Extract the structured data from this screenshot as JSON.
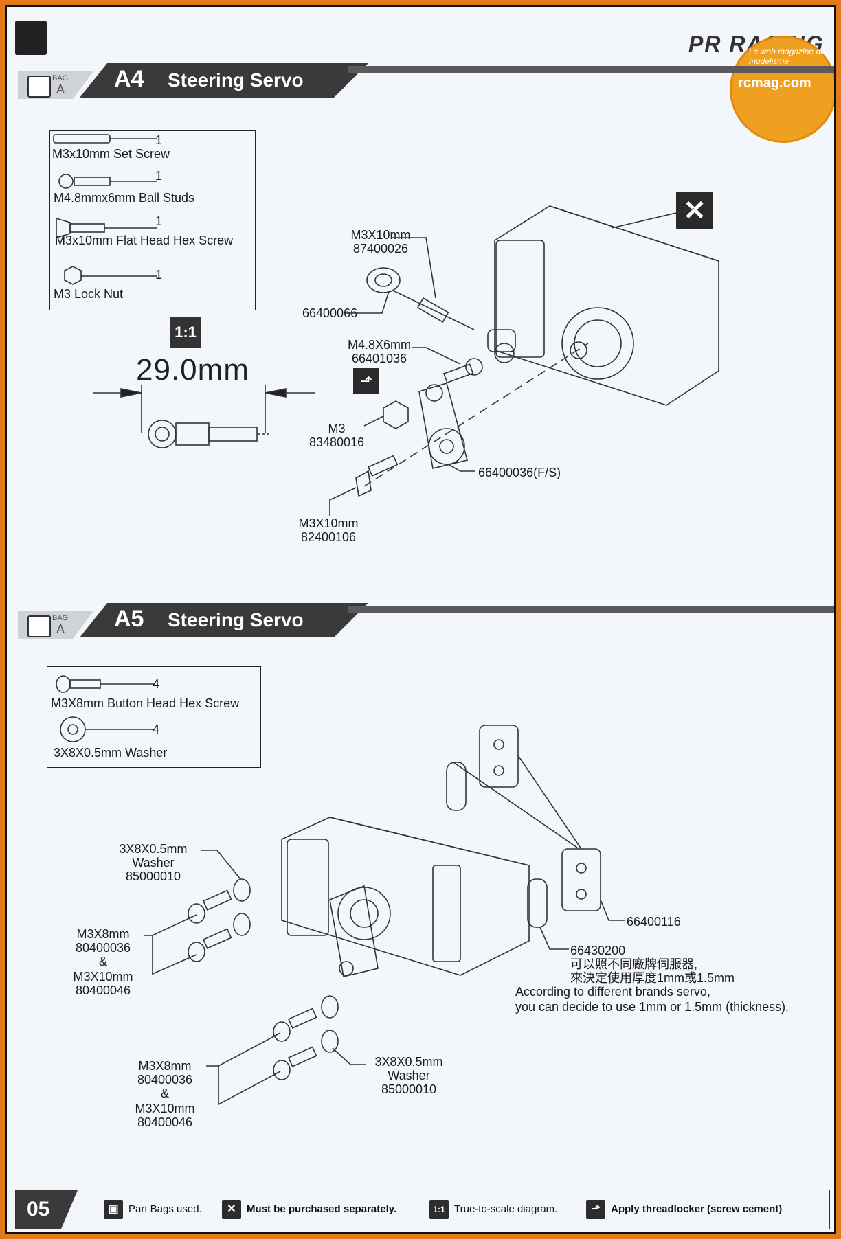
{
  "header": {
    "logo_text": "PR RACING",
    "badge_sub": "Le web magazine du modelisme",
    "badge_text": "rcmag.com"
  },
  "a4": {
    "code": "A4",
    "title": "Steering Servo",
    "bag_label": "BAG",
    "bag_letter": "A",
    "parts": [
      {
        "name": "M3x10mm Set Screw",
        "qty": "1"
      },
      {
        "name": "M4.8mmx6mm Ball Studs",
        "qty": "1"
      },
      {
        "name": "M3x10mm Flat Head Hex Screw",
        "qty": "1"
      },
      {
        "name": "M3 Lock Nut",
        "qty": "1"
      }
    ],
    "scale": "1:1",
    "dimension": "29.0mm",
    "callouts": {
      "setscrew_size": "M3X10mm",
      "setscrew_code": "87400026",
      "rodend_code": "66400066",
      "ballstud_size": "M4.8X6mm",
      "ballstud_code": "66401036",
      "nut_size": "M3",
      "nut_code": "83480016",
      "horn_code": "66400036(F/S)",
      "screw_size": "M3X10mm",
      "screw_code": "82400106"
    }
  },
  "a5": {
    "code": "A5",
    "title": "Steering Servo",
    "bag_label": "BAG",
    "bag_letter": "A",
    "parts": [
      {
        "name": "M3X8mm Button Head Hex Screw",
        "qty": "4"
      },
      {
        "name": "3X8X0.5mm Washer",
        "qty": "4"
      }
    ],
    "callouts": {
      "washer_top_size": "3X8X0.5mm",
      "washer_top_name": "Washer",
      "washer_top_code": "85000010",
      "screws_top_a": "M3X8mm",
      "screws_top_a_code": "80400036",
      "amp": "&",
      "screws_top_b": "M3X10mm",
      "screws_top_b_code": "80400046",
      "mount_code": "66400116",
      "shim_code": "66430200",
      "shim_cn1": "可以照不同廠牌伺服器,",
      "shim_cn2": "來決定使用厚度1mm或1.5mm",
      "shim_en1": "According to different brands servo,",
      "shim_en2": "you can decide to use 1mm or 1.5mm (thickness).",
      "screws_bot_a": "M3X8mm",
      "screws_bot_a_code": "80400036",
      "screws_bot_b": "M3X10mm",
      "screws_bot_b_code": "80400046",
      "washer_bot_size": "3X8X0.5mm",
      "washer_bot_name": "Washer",
      "washer_bot_code": "85000010"
    }
  },
  "footer": {
    "page_number": "05",
    "legend": [
      {
        "icon": "bag-icon",
        "text": "Part Bags used."
      },
      {
        "icon": "x-icon",
        "text": "Must be purchased separately."
      },
      {
        "icon": "scale-icon",
        "icon_label": "1:1",
        "text": "True-to-scale diagram."
      },
      {
        "icon": "threadlocker-icon",
        "text": "Apply threadlocker (screw cement)"
      }
    ]
  }
}
